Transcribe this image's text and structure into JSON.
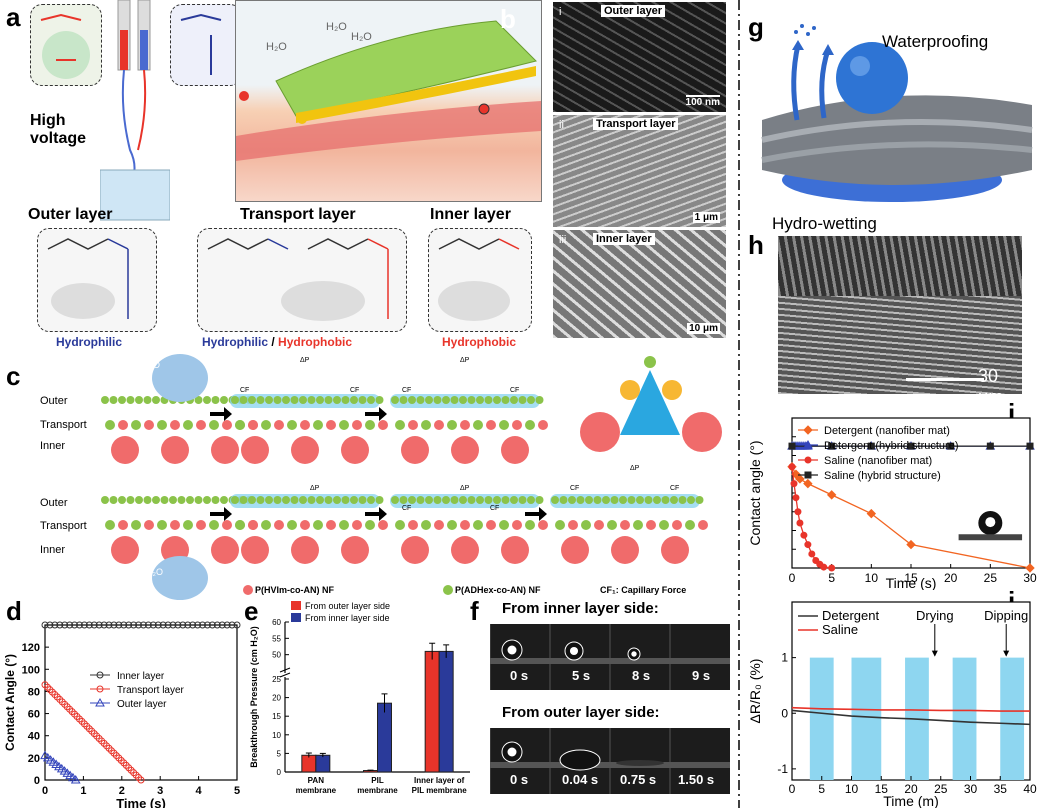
{
  "panels": {
    "a": {
      "letter": "a",
      "high_voltage": "High\nvoltage",
      "h2o": "H₂O",
      "outer": "Outer layer",
      "transport": "Transport layer",
      "inner": "Inner layer",
      "hydrophilic": "Hydrophilic",
      "hydrophilic_part": "Hydrophilic",
      "slash": " / ",
      "hydrophobic_part": "Hydrophobic",
      "hydrophobic": "Hydrophobic"
    },
    "b": {
      "letter": "b",
      "i": "i",
      "ii": "ii",
      "iii": "iii",
      "outer": "Outer layer",
      "transport": "Transport layer",
      "inner": "Inner layer",
      "s1": "100 nm",
      "s2": "1 μm",
      "s3": "10 μm"
    },
    "c": {
      "letter": "c",
      "outer": "Outer",
      "transport": "Transport",
      "inner": "Inner",
      "h2o": "H₂O",
      "cf": "CF",
      "dp": "ΔP",
      "legend_red": "P(HVIm-co-AN) NF",
      "legend_green": "P(ADHex-co-AN) NF",
      "legend_cf": "CF₁: Capillary Force"
    },
    "d": {
      "letter": "d",
      "ylabel": "Contact Angle (°)",
      "xlabel": "Time (s)"
    },
    "e": {
      "letter": "e",
      "ylabel": "Breakthrough Pressure (cm H₂O)"
    },
    "f": {
      "letter": "f",
      "title1": "From inner layer side:",
      "title2": "From outer layer side:",
      "t1": [
        "0 s",
        "5 s",
        "8 s",
        "9 s"
      ],
      "t2": [
        "0 s",
        "0.04 s",
        "0.75 s",
        "1.50 s"
      ]
    },
    "g": {
      "letter": "g",
      "waterproofing": "Waterproofing",
      "hydrowetting": "Hydro-wetting"
    },
    "h": {
      "letter": "h",
      "scale": "30 μm"
    },
    "i": {
      "letter": "i",
      "ylabel": "Contact angle (°)",
      "xlabel": "Time (s)"
    },
    "j": {
      "letter": "j",
      "ylabel": "ΔR/R₀ (%)",
      "xlabel": "Time (m)",
      "drying": "Drying",
      "dipping": "Dipping"
    }
  },
  "colors": {
    "red": "#e8342a",
    "blue": "#2a3a9a",
    "green": "#8bc34a",
    "sky": "#8ed6f0",
    "orange": "#f26522"
  },
  "chart_data": [
    {
      "id": "d",
      "type": "scatter",
      "xlabel": "Time (s)",
      "ylabel": "Contact Angle (°)",
      "xlim": [
        0,
        5
      ],
      "ylim": [
        0,
        140
      ],
      "xticks": [
        0,
        1,
        2,
        3,
        4,
        5
      ],
      "yticks": [
        0,
        20,
        40,
        60,
        80,
        100,
        120
      ],
      "series": [
        {
          "name": "Inner layer",
          "color": "#333333",
          "x0": 0,
          "x1": 5,
          "y0": 140,
          "y1": 140,
          "n": 40
        },
        {
          "name": "Transport layer",
          "color": "#e8342a",
          "x0": 0,
          "x1": 2.5,
          "y0": 86,
          "y1": 0,
          "n": 40
        },
        {
          "name": "Outer layer",
          "color": "#3344bb",
          "x0": 0,
          "x1": 0.8,
          "y0": 22,
          "y1": 0,
          "n": 12
        }
      ]
    },
    {
      "id": "e",
      "type": "bar",
      "ylabel": "Breakthrough Pressure (cm H₂O)",
      "categories": [
        "PAN\nmembrane",
        "PIL\nmembrane",
        "Inner layer of\nPIL membrane"
      ],
      "series": [
        {
          "name": "From outer layer side",
          "color": "#e8342a",
          "values": [
            4.5,
            0.4,
            51
          ]
        },
        {
          "name": "From inner layer side",
          "color": "#2a3a9a",
          "values": [
            4.5,
            18.5,
            51
          ]
        }
      ],
      "errors": [
        [
          0.6,
          0.1,
          2.5
        ],
        [
          0.5,
          2.5,
          2.0
        ]
      ],
      "ylim": [
        0,
        60
      ],
      "yticks": [
        0,
        5,
        10,
        15,
        20,
        25,
        50,
        55,
        60
      ],
      "axis_break": [
        25,
        45
      ]
    },
    {
      "id": "i",
      "type": "line",
      "xlabel": "Time (s)",
      "ylabel": "Contact angle (°)",
      "xlim": [
        0,
        30
      ],
      "ylim": [
        0,
        160
      ],
      "xticks": [
        0,
        5,
        10,
        15,
        20,
        25,
        30
      ],
      "yticks": [
        0,
        20,
        40,
        60,
        80,
        100,
        120,
        140,
        160
      ],
      "series": [
        {
          "name": "Detergent (nanofiber mat)",
          "color": "#f26522",
          "marker": "diamond",
          "x": [
            0,
            0.5,
            1,
            2,
            5,
            10,
            15,
            30
          ],
          "y": [
            108,
            100,
            95,
            90,
            78,
            58,
            25,
            0
          ]
        },
        {
          "name": "Detergent (hybrid structure)",
          "color": "#3344bb",
          "marker": "triangle",
          "x": [
            0,
            0.25,
            0.5,
            0.75,
            1,
            1.25,
            1.5,
            1.75,
            2,
            5,
            10,
            15,
            20,
            25,
            30
          ],
          "y": [
            130,
            130,
            130,
            130,
            130,
            130,
            130,
            130,
            130,
            130,
            130,
            130,
            130,
            130,
            130
          ]
        },
        {
          "name": "Saline (nanofiber mat)",
          "color": "#e8342a",
          "marker": "circle",
          "x": [
            0,
            0.25,
            0.5,
            0.75,
            1,
            1.5,
            2,
            2.5,
            3,
            3.5,
            4,
            5
          ],
          "y": [
            108,
            90,
            75,
            60,
            48,
            35,
            25,
            15,
            8,
            4,
            1,
            0
          ]
        },
        {
          "name": "Saline (hybrid structure)",
          "color": "#222222",
          "marker": "square",
          "x": [
            0,
            5,
            10,
            15,
            20,
            25,
            30
          ],
          "y": [
            130,
            130,
            130,
            130,
            130,
            130,
            130
          ]
        }
      ]
    },
    {
      "id": "j",
      "type": "line",
      "xlabel": "Time (m)",
      "ylabel": "ΔR/R₀ (%)",
      "xlim": [
        0,
        40
      ],
      "ylim": [
        -1.2,
        2
      ],
      "xticks": [
        0,
        5,
        10,
        15,
        20,
        25,
        30,
        35,
        40
      ],
      "yticks": [
        -1,
        0,
        1
      ],
      "series": [
        {
          "name": "Detergent",
          "color": "#333333",
          "x": [
            0,
            5,
            10,
            15,
            20,
            25,
            30,
            35,
            40
          ],
          "y": [
            0.05,
            0.0,
            -0.05,
            -0.08,
            -0.1,
            -0.13,
            -0.16,
            -0.18,
            -0.2
          ]
        },
        {
          "name": "Saline",
          "color": "#e8342a",
          "x": [
            0,
            5,
            10,
            15,
            20,
            25,
            30,
            35,
            40
          ],
          "y": [
            0.1,
            0.08,
            0.07,
            0.06,
            0.06,
            0.05,
            0.05,
            0.04,
            0.04
          ]
        }
      ],
      "bands": [
        [
          3,
          7
        ],
        [
          10,
          15
        ],
        [
          19,
          23
        ],
        [
          27,
          31
        ],
        [
          35,
          39
        ]
      ],
      "band_top": 1,
      "band_color": "#8ed6f0"
    }
  ]
}
